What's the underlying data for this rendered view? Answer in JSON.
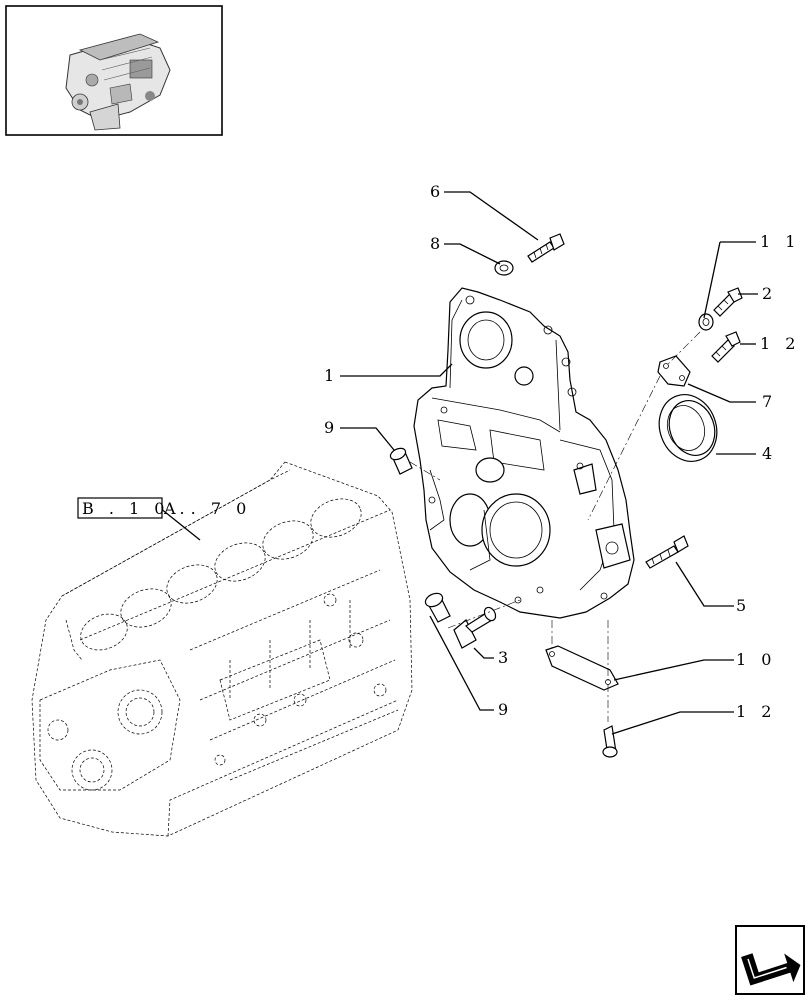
{
  "diagram": {
    "labels": {
      "p1": "1",
      "p2": "2",
      "p3": "3",
      "p4": "4",
      "p5": "5",
      "p6": "6",
      "p7": "7",
      "p8": "8",
      "p9a": "9",
      "p9b": "9",
      "p10": "1 0",
      "p11": "1 1",
      "p12a": "1 2",
      "p12b": "1 2"
    },
    "reference": {
      "boxed": "B . 1 0 .",
      "suffix": "A . 7 0"
    }
  },
  "thumbnail": {
    "icon": "engine-thumbnail-icon"
  },
  "navigation": {
    "icon": "next-page-arrow-icon"
  }
}
